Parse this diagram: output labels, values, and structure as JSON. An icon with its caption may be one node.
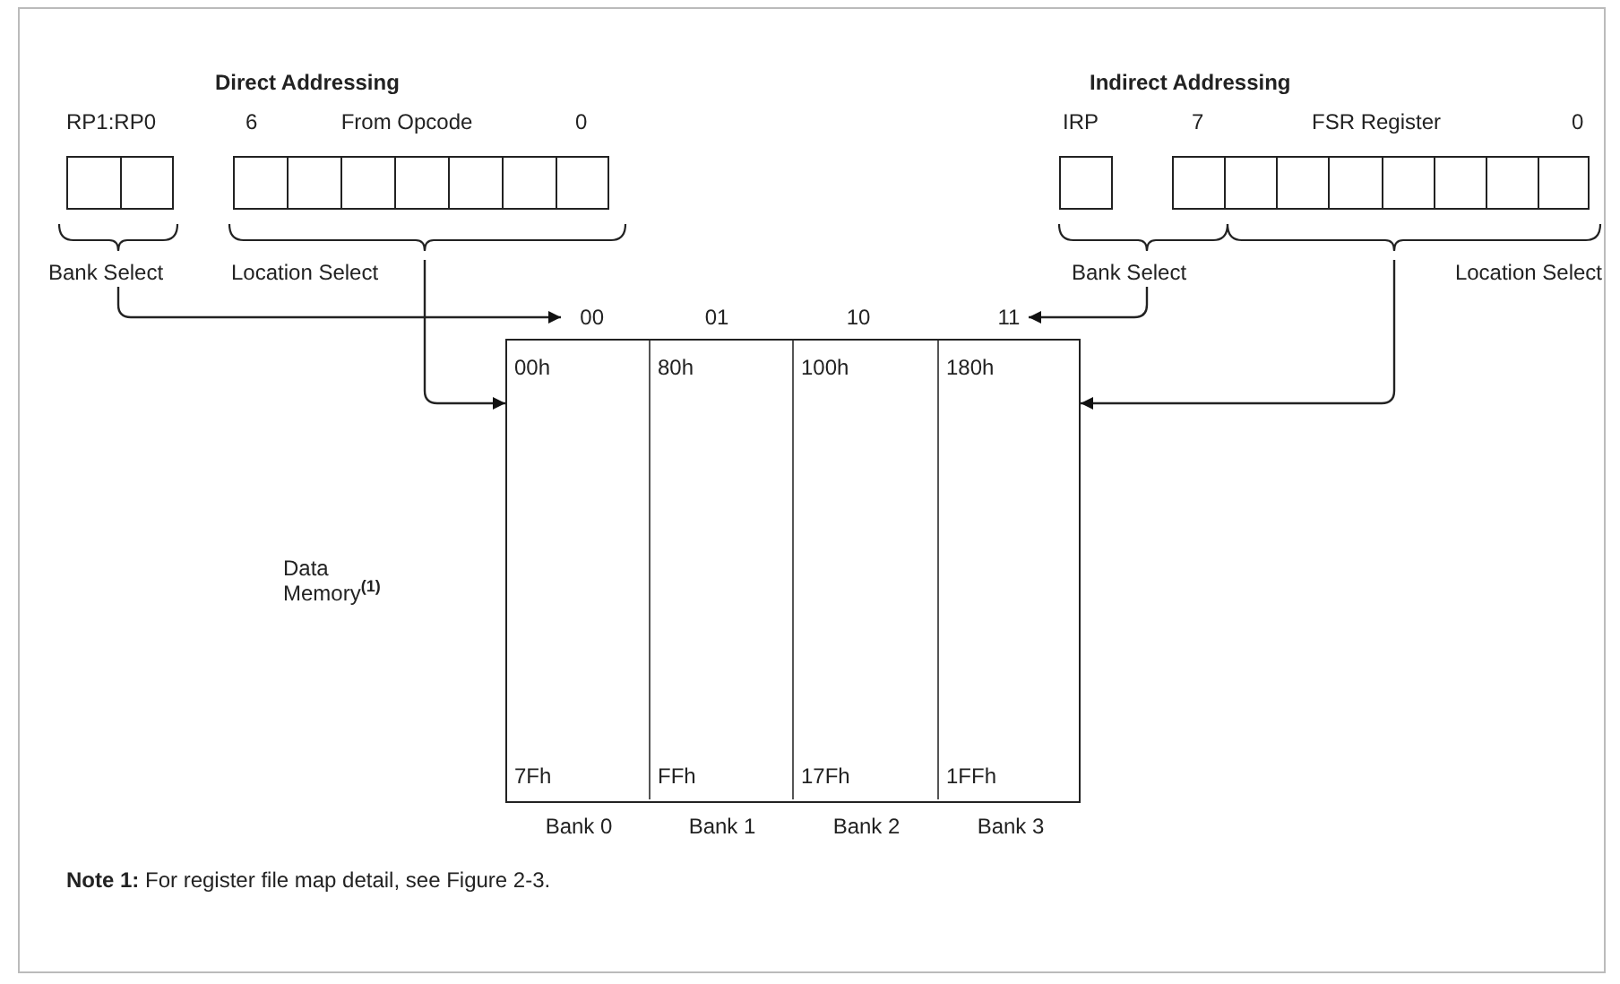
{
  "diagram": {
    "nodes": [
      {
        "text": [
          "RP1:RP0"
        ]
      },
      {
        "text": [
          "6",
          "From Opcode",
          "0"
        ]
      },
      {
        "text": [
          "Bank Select"
        ]
      },
      {
        "text": [
          "Location Select"
        ]
      },
      {
        "text": [
          "IRP"
        ]
      },
      {
        "text": [
          "7",
          "FSR Register",
          "0"
        ]
      },
      {
        "text": [
          "Bank Select"
        ]
      },
      {
        "text": [
          "Location Select"
        ]
      },
      {
        "text": [
          "00"
        ]
      },
      {
        "text": [
          "01"
        ]
      },
      {
        "text": [
          "10"
        ]
      },
      {
        "text": [
          "11"
        ]
      },
      {
        "text": [],
        "shape": "box"
      },
      {
        "text": [
          "00h",
          "7Fh"
        ],
        "in": 12,
        "beside": [
          "Bank 0"
        ]
      },
      {
        "text": [
          "80h",
          "FFh"
        ],
        "in": 12,
        "beside": [
          "Bank 1"
        ]
      },
      {
        "text": [
          "100h",
          "17Fh"
        ],
        "in": 12,
        "beside": [
          "Bank 2"
        ]
      },
      {
        "text": [
          "180h",
          "1FFh"
        ],
        "in": 12,
        "beside": [
          "Bank 3"
        ]
      }
    ],
    "edges": [
      {
        "from": 2,
        "to": 8,
        "arrow": "to"
      },
      {
        "from": 3,
        "to": 12,
        "arrow": "to"
      },
      {
        "from": 6,
        "to": 11,
        "arrow": "to"
      },
      {
        "from": 7,
        "to": 12,
        "arrow": "to"
      }
    ],
    "labels": [
      "Direct Addressing",
      "Indirect Addressing",
      "Data Memory$^{(1)}$",
      "**Note 1:** For register file map detail, see Figure 2-3."
    ]
  }
}
